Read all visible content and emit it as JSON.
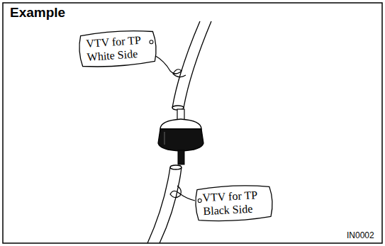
{
  "diagram": {
    "title": "Example",
    "nodes": [
      {
        "text": [
          "VTV for TP White Side"
        ]
      },
      {
        "text": [
          "VTV for TP Black Side"
        ]
      }
    ],
    "labels": [
      "IN0002"
    ]
  }
}
